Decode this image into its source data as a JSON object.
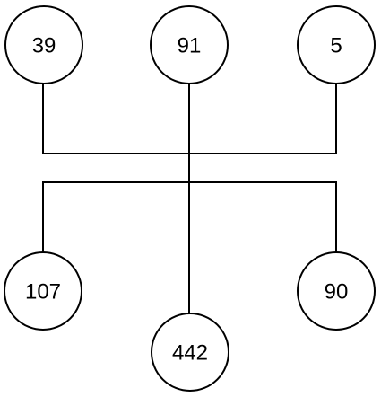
{
  "diagram": {
    "top_nodes": [
      "39",
      "91",
      "5"
    ],
    "bottom_nodes": [
      "107",
      "442",
      "90"
    ]
  }
}
